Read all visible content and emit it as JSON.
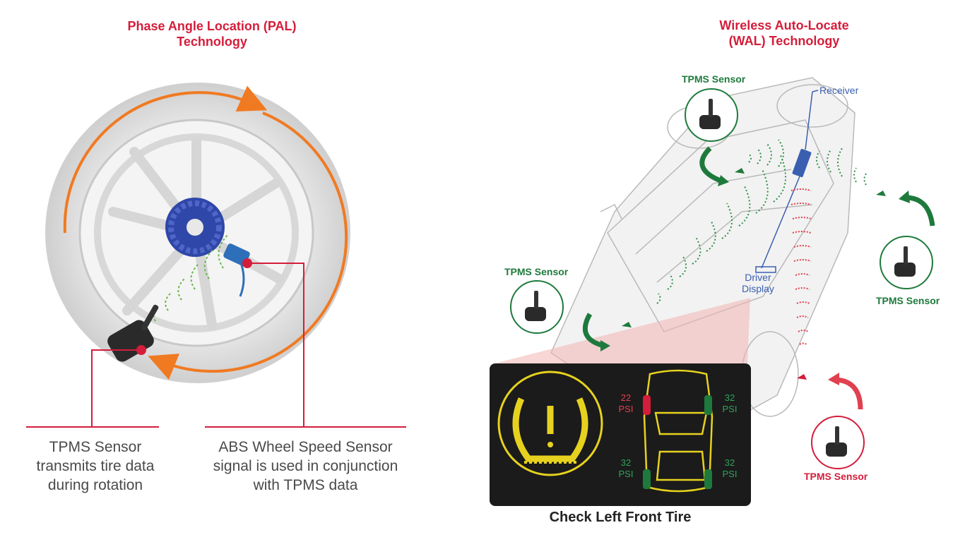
{
  "left_panel": {
    "title_line1": "Phase Angle Location (PAL)",
    "title_line2": "Technology",
    "caption_sensor": [
      "TPMS Sensor",
      "transmits tire data",
      "during rotation"
    ],
    "caption_abs": [
      "ABS Wheel Speed Sensor",
      "signal is used in conjunction",
      "with TPMS data"
    ]
  },
  "right_panel": {
    "title_line1": "Wireless Auto-Locate",
    "title_line2": "(WAL) Technology",
    "receiver_label": "Receiver",
    "driver_display_label": [
      "Driver",
      "Display"
    ],
    "sensor_label": "TPMS Sensor",
    "dashboard": {
      "psi_front_left": "22",
      "psi_front_right": "32",
      "psi_rear_left": "32",
      "psi_rear_right": "32",
      "unit": "PSI",
      "warning_text": "Check Left Front Tire"
    }
  },
  "colors": {
    "accent_red": "#d41d3a",
    "sensor_green": "#1e7a3c",
    "rotation_orange": "#f07a22",
    "receiver_blue": "#3a5fb0",
    "warning_yellow": "#e6d21e"
  }
}
